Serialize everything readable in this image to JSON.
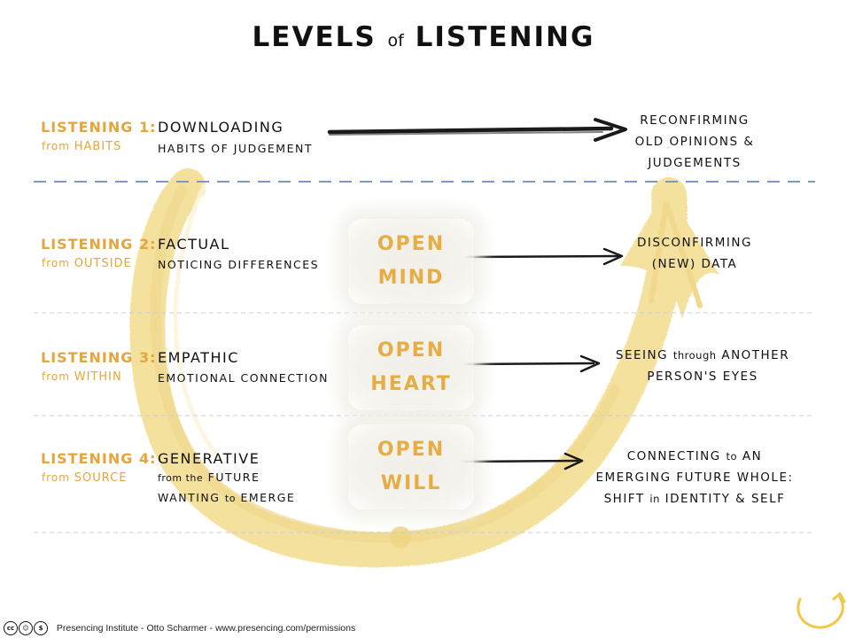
{
  "title": {
    "part1": "LEVELS",
    "part2": "of",
    "part3": "LISTENING"
  },
  "levels": [
    {
      "label": "LISTENING 1:",
      "source_prefix": "from",
      "source": "HABITS",
      "name": "DOWNLOADING",
      "description_lines": [
        "HABITS OF JUDGEMENT"
      ],
      "outcome_lines": [
        "RECONFIRMING",
        "OLD OPINIONS &",
        "JUDGEMENTS"
      ]
    },
    {
      "label": "LISTENING 2:",
      "source_prefix": "from",
      "source": "OUTSIDE",
      "name": "FACTUAL",
      "description_lines": [
        "NOTICING DIFFERENCES"
      ],
      "open_lines": [
        "OPEN",
        "MIND"
      ],
      "outcome_lines": [
        "DISCONFIRMING",
        "(NEW) DATA"
      ]
    },
    {
      "label": "LISTENING 3:",
      "source_prefix": "from",
      "source": "WITHIN",
      "name": "EMPATHIC",
      "description_lines": [
        "EMOTIONAL CONNECTION"
      ],
      "open_lines": [
        "OPEN",
        "HEART"
      ],
      "outcome_parts": {
        "line1_a": "SEEING",
        "line1_b": "through",
        "line1_c": "ANOTHER",
        "line2": "PERSON'S EYES"
      }
    },
    {
      "label": "LISTENING 4:",
      "source_prefix": "from",
      "source": "SOURCE",
      "name": "GENERATIVE",
      "description_parts": {
        "line1_a": "from the",
        "line1_b": "FUTURE",
        "line2_a": "WANTING",
        "line2_b": "to",
        "line2_c": "EMERGE"
      },
      "open_lines": [
        "OPEN",
        "WILL"
      ],
      "outcome_parts": {
        "line1_a": "CONNECTING",
        "line1_b": "to",
        "line1_c": "AN",
        "line2": "EMERGING FUTURE WHOLE:",
        "line3_a": "SHIFT",
        "line3_b": "in",
        "line3_c": "IDENTITY & SELF"
      }
    }
  ],
  "footer": {
    "license_icons": [
      "cc",
      "by",
      "nc"
    ],
    "credit": "Presencing Institute - Otto Scharmer - www.presencing.com/permissions"
  },
  "colors": {
    "accent_orange": "#e5a53a",
    "u_arc_yellow": "#f2dc8c",
    "divider_blue": "#7f97c4",
    "divider_grey": "#c9ccd6",
    "text": "#111111"
  }
}
